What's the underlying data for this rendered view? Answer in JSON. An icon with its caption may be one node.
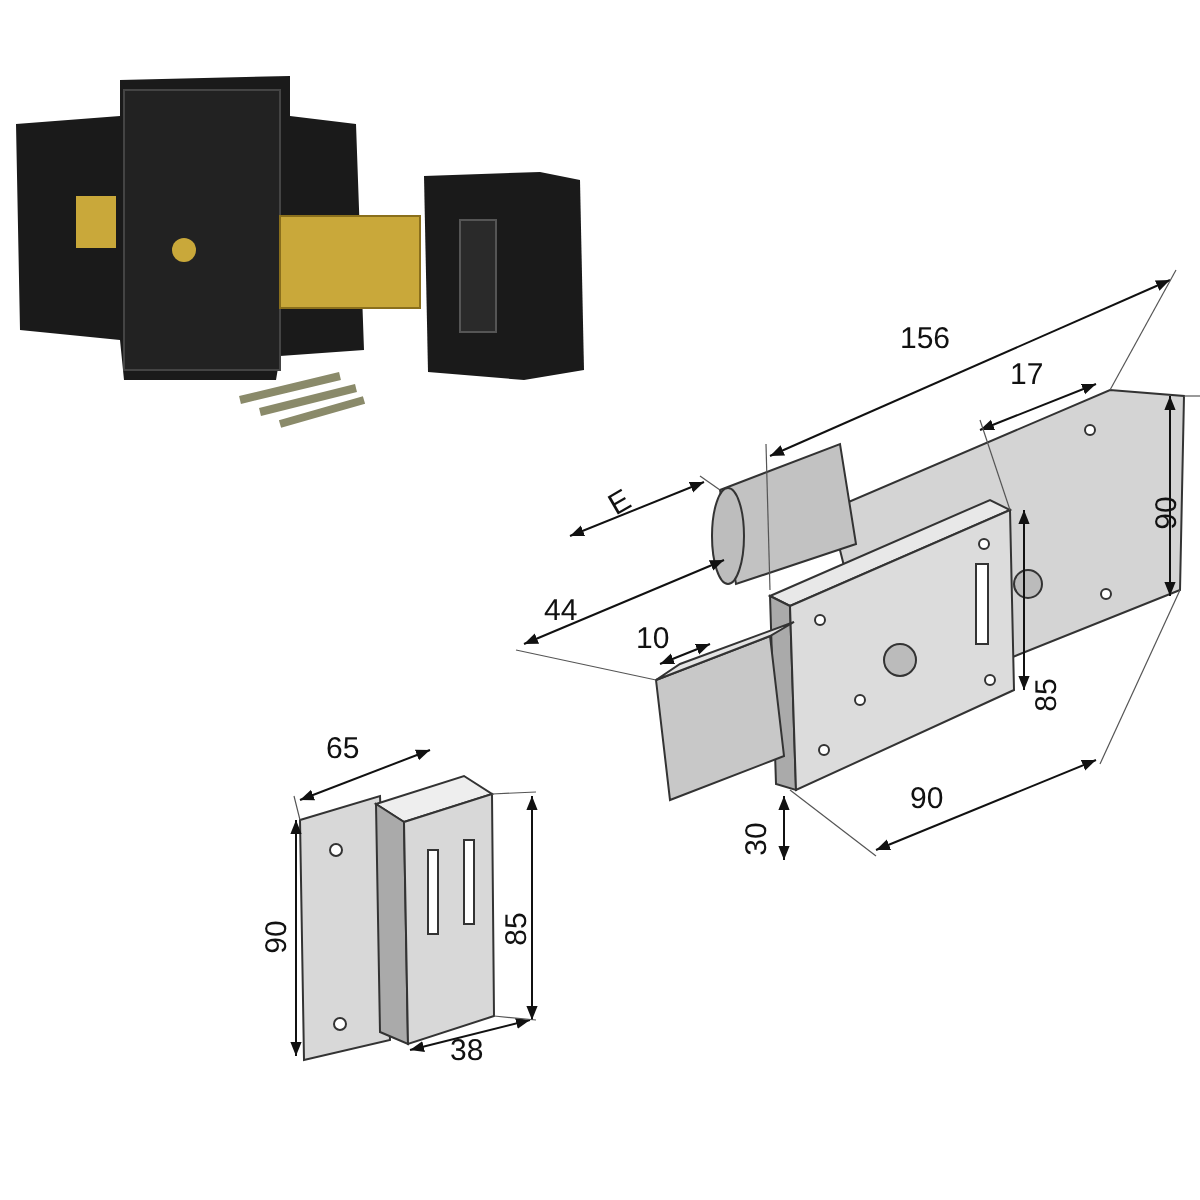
{
  "diagram": {
    "labels": [
      "156",
      "17",
      "90",
      "E",
      "44",
      "10",
      "85",
      "65",
      "30",
      "90",
      "90",
      "85",
      "38"
    ]
  }
}
